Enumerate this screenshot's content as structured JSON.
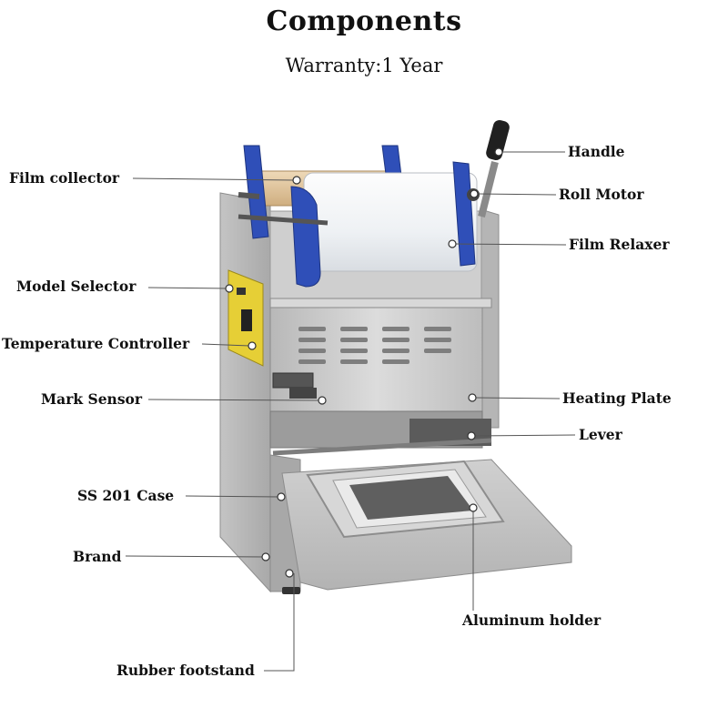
{
  "title": "Components",
  "subtitle": "Warranty:1 Year",
  "labels": {
    "film_collector": "Film collector",
    "model_selector": "Model Selector",
    "temperature_controller": "Temperature Controller",
    "mark_sensor": "Mark Sensor",
    "ss201_case": "SS 201 Case",
    "brand": "Brand",
    "rubber_footstand": "Rubber footstand",
    "handle": "Handle",
    "roll_motor": "Roll Motor",
    "film_relaxer": "Film Relaxer",
    "heating_plate": "Heating Plate",
    "lever": "Lever",
    "aluminum_holder": "Aluminum holder"
  },
  "colors": {
    "steel": "#c9c9c9",
    "steel_dark": "#9a9a9a",
    "bracket_blue": "#2f4fb8",
    "film_white": "#f4f6f8",
    "kraft_roll": "#e2c9a4",
    "panel_yellow": "#e8d23a"
  }
}
